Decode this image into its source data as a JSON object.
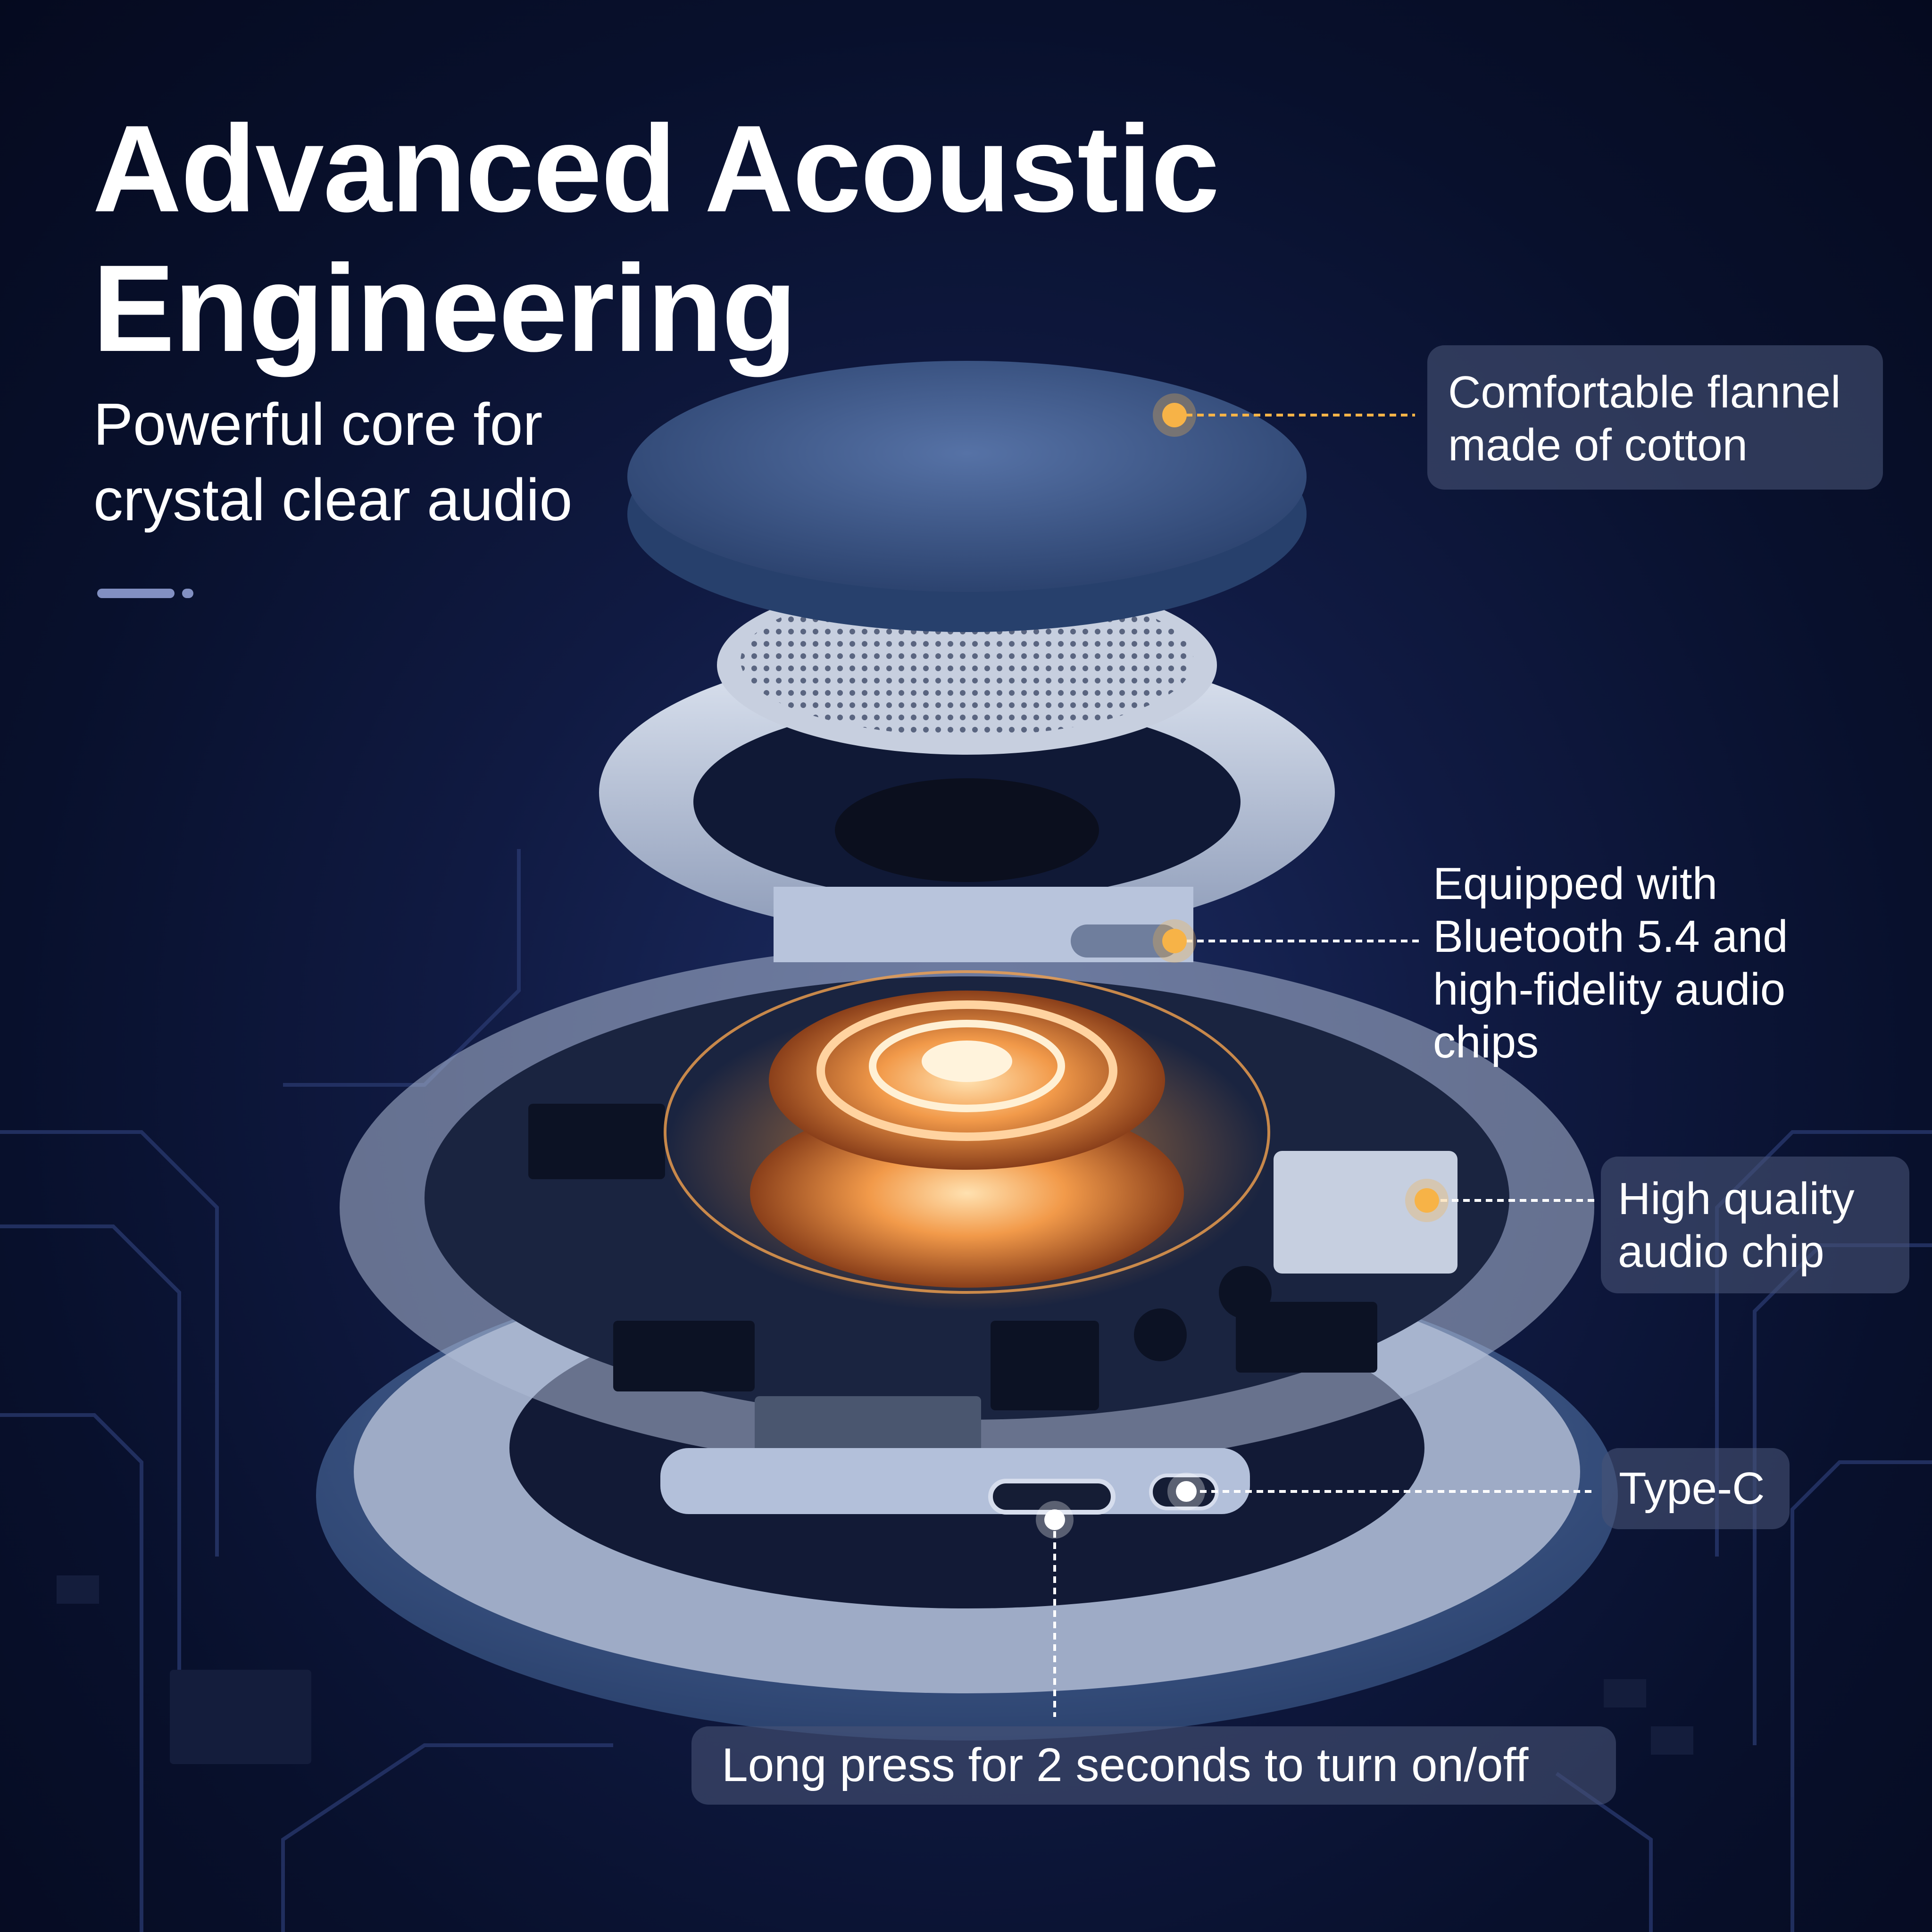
{
  "headline": {
    "line1": "Advanced Acoustic",
    "line2": "Engineering"
  },
  "subtitle": {
    "line1": "Powerful core for",
    "line2": "crystal clear audio"
  },
  "callouts": {
    "flannel": [
      "Comfortable flannel",
      "made of cotton"
    ],
    "bluetooth": [
      "Equipped with",
      "Bluetooth 5.4 and",
      "high-fidelity audio",
      "chips"
    ],
    "chip": [
      "High quality",
      "audio chip"
    ],
    "port": [
      "Type-C"
    ],
    "power": [
      "Long press for 2 seconds to turn on/off"
    ]
  },
  "colors": {
    "background": "#0b1230",
    "accent_dot": "#f7b347",
    "copper": "#e07a2c",
    "fabric": "#3a5585",
    "silver": "#b9c6de"
  },
  "icons": [
    "callout-dot-icon"
  ]
}
